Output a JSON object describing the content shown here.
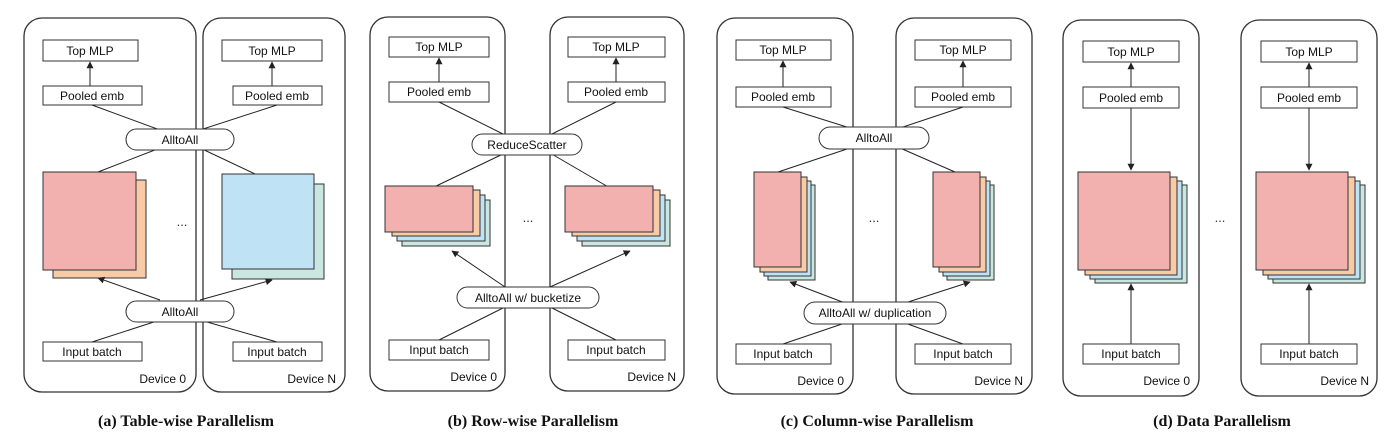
{
  "panels": [
    {
      "caption": "(a) Table-wise Parallelism",
      "devices": [
        {
          "top": "Top MLP",
          "pooled": "Pooled emb",
          "input": "Input batch",
          "label": "Device 0"
        },
        {
          "top": "Top MLP",
          "pooled": "Pooled emb",
          "input": "Input batch",
          "label": "Device N"
        }
      ],
      "upper_comm": "AlltoAll",
      "lower_comm": "AlltoAll",
      "ellipsis": "...",
      "colors": {
        "front_left": "#f2b1ae",
        "back_left": "#f6cba5",
        "front_right": "#bfe3f4",
        "back_right": "#c9e6e0"
      }
    },
    {
      "caption": "(b) Row-wise Parallelism",
      "devices": [
        {
          "top": "Top MLP",
          "pooled": "Pooled emb",
          "input": "Input batch",
          "label": "Device 0"
        },
        {
          "top": "Top MLP",
          "pooled": "Pooled emb",
          "input": "Input batch",
          "label": "Device N"
        }
      ],
      "upper_comm": "ReduceScatter",
      "lower_comm": "AlltoAll w/ bucketize",
      "ellipsis": "...",
      "colors": {
        "front": "#f2b1ae",
        "layer2": "#f6cba5",
        "layer3": "#bfe3f4",
        "layer4": "#c9e6e0"
      }
    },
    {
      "caption": "(c) Column-wise Parallelism",
      "devices": [
        {
          "top": "Top MLP",
          "pooled": "Pooled emb",
          "input": "Input batch",
          "label": "Device 0"
        },
        {
          "top": "Top MLP",
          "pooled": "Pooled emb",
          "input": "Input batch",
          "label": "Device N"
        }
      ],
      "upper_comm": "AlltoAll",
      "lower_comm": "AlltoAll w/ duplication",
      "ellipsis": "...",
      "colors": {
        "front": "#f2b1ae",
        "layer2": "#f6cba5",
        "layer3": "#bfe3f4",
        "layer4": "#c9e6e0"
      }
    },
    {
      "caption": "(d) Data Parallelism",
      "devices": [
        {
          "top": "Top MLP",
          "pooled": "Pooled emb",
          "input": "Input batch",
          "label": "Device 0"
        },
        {
          "top": "Top MLP",
          "pooled": "Pooled emb",
          "input": "Input batch",
          "label": "Device N"
        }
      ],
      "ellipsis": "...",
      "colors": {
        "front": "#f2b1ae",
        "layer2": "#f6cba5",
        "layer3": "#bfe3f4",
        "layer4": "#c9e6e0"
      }
    }
  ]
}
